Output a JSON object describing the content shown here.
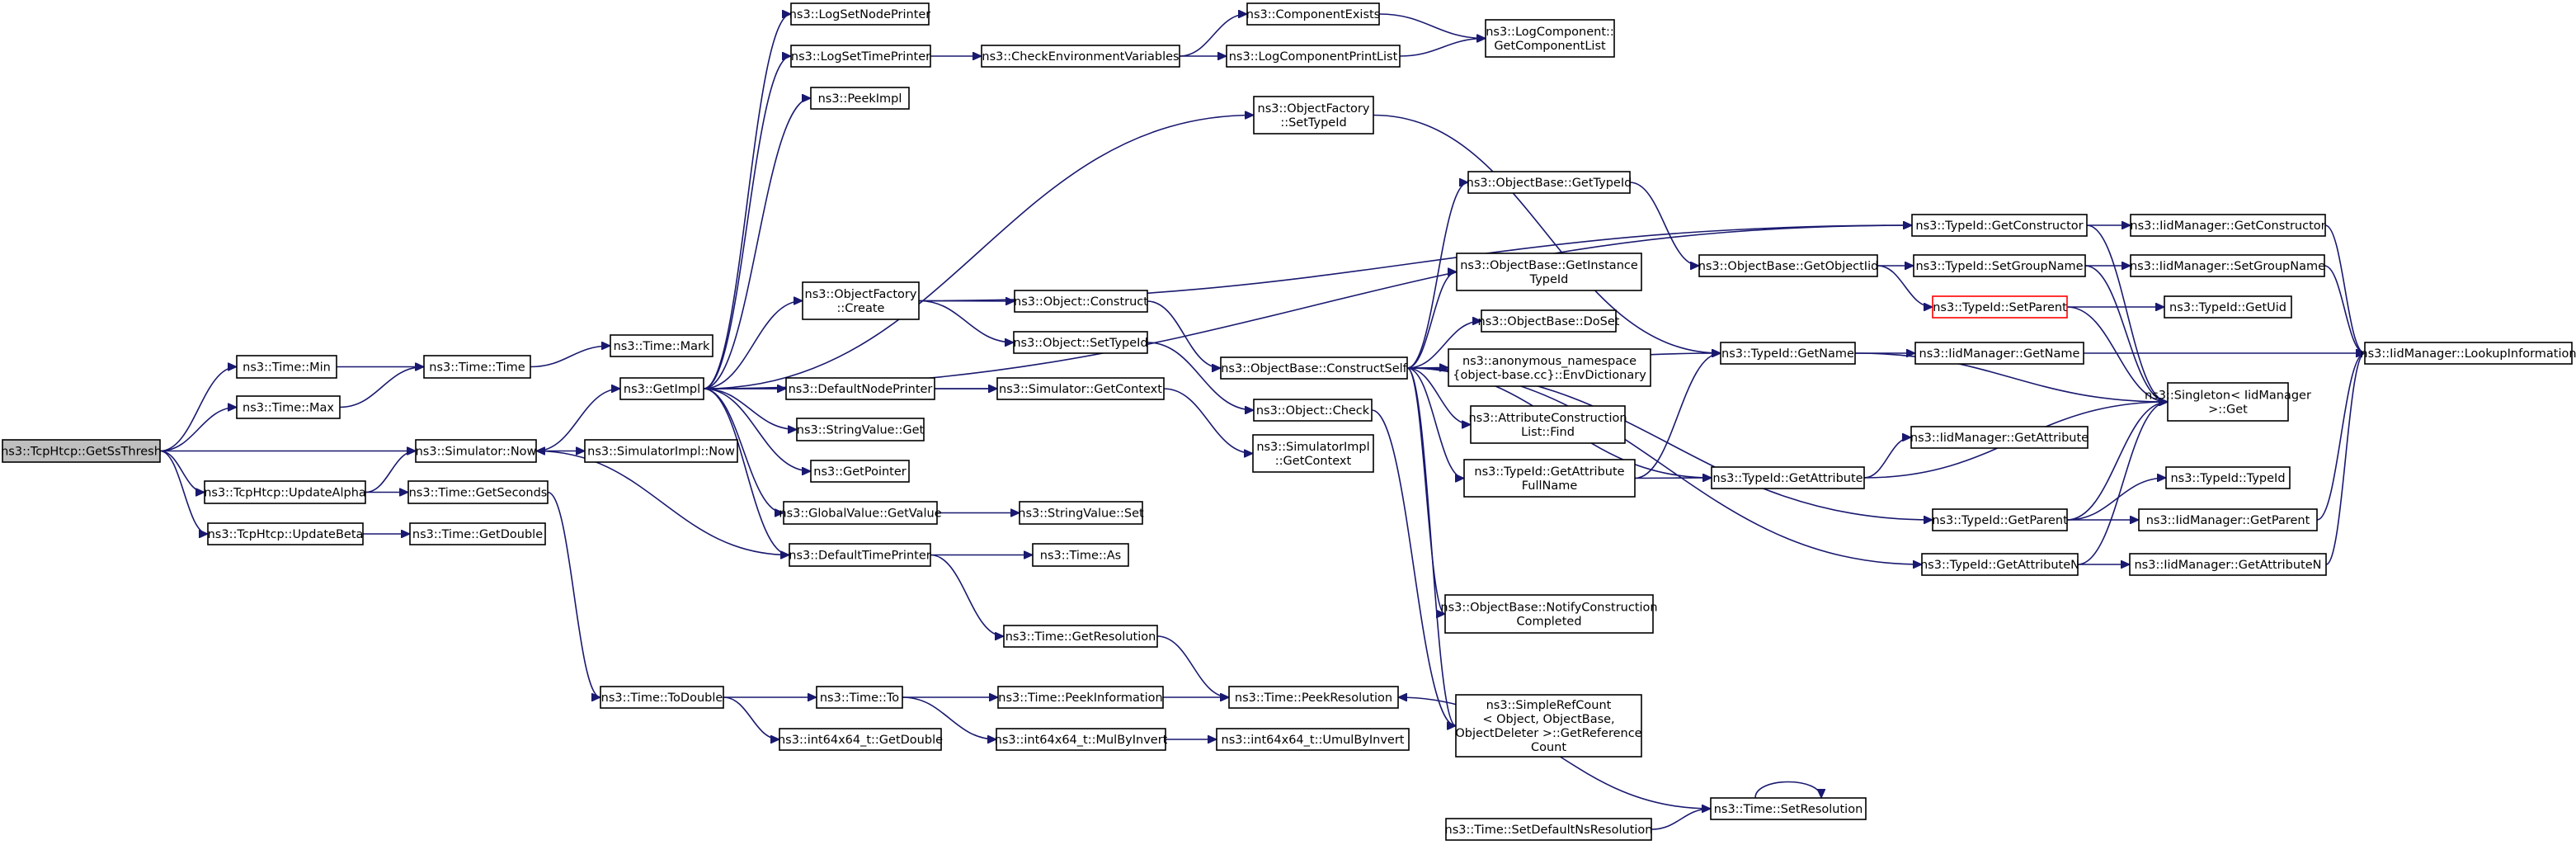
{
  "diagram": {
    "nodes": [
      {
        "id": "root",
        "lines": [
          "ns3::TcpHtcp::GetSsThresh"
        ],
        "style": "root"
      },
      {
        "id": "min",
        "lines": [
          "ns3::Time::Min"
        ]
      },
      {
        "id": "max",
        "lines": [
          "ns3::Time::Max"
        ]
      },
      {
        "id": "updAlpha",
        "lines": [
          "ns3::TcpHtcp::UpdateAlpha"
        ]
      },
      {
        "id": "updBeta",
        "lines": [
          "ns3::TcpHtcp::UpdateBeta"
        ]
      },
      {
        "id": "timeTime",
        "lines": [
          "ns3::Time::Time"
        ]
      },
      {
        "id": "simNow",
        "lines": [
          "ns3::Simulator::Now"
        ]
      },
      {
        "id": "getSeconds",
        "lines": [
          "ns3::Time::GetSeconds"
        ]
      },
      {
        "id": "getDouble",
        "lines": [
          "ns3::Time::GetDouble"
        ]
      },
      {
        "id": "timeMark",
        "lines": [
          "ns3::Time::Mark"
        ]
      },
      {
        "id": "getImpl",
        "lines": [
          "ns3::GetImpl"
        ]
      },
      {
        "id": "simImplNow",
        "lines": [
          "ns3::SimulatorImpl::Now"
        ]
      },
      {
        "id": "toDouble",
        "lines": [
          "ns3::Time::ToDouble"
        ]
      },
      {
        "id": "logSetNode",
        "lines": [
          "ns3::LogSetNodePrinter"
        ]
      },
      {
        "id": "logSetTime",
        "lines": [
          "ns3::LogSetTimePrinter"
        ]
      },
      {
        "id": "peekImpl",
        "lines": [
          "ns3::PeekImpl"
        ]
      },
      {
        "id": "objFactCreate",
        "lines": [
          "ns3::ObjectFactory",
          "::Create"
        ]
      },
      {
        "id": "defNodePrinter",
        "lines": [
          "ns3::DefaultNodePrinter"
        ]
      },
      {
        "id": "strValGet",
        "lines": [
          "ns3::StringValue::Get"
        ]
      },
      {
        "id": "getPointer",
        "lines": [
          "ns3::GetPointer"
        ]
      },
      {
        "id": "globalValGet",
        "lines": [
          "ns3::GlobalValue::GetValue"
        ]
      },
      {
        "id": "defTimePrinter",
        "lines": [
          "ns3::DefaultTimePrinter"
        ]
      },
      {
        "id": "timeTo",
        "lines": [
          "ns3::Time::To"
        ]
      },
      {
        "id": "i64GetDouble",
        "lines": [
          "ns3::int64x64_t::GetDouble"
        ]
      },
      {
        "id": "checkEnv",
        "lines": [
          "ns3::CheckEnvironmentVariables"
        ]
      },
      {
        "id": "objConstruct",
        "lines": [
          "ns3::Object::Construct"
        ]
      },
      {
        "id": "objSetTypeId",
        "lines": [
          "ns3::Object::SetTypeId"
        ]
      },
      {
        "id": "simGetContext",
        "lines": [
          "ns3::Simulator::GetContext"
        ]
      },
      {
        "id": "strValSet",
        "lines": [
          "ns3::StringValue::Set"
        ]
      },
      {
        "id": "timeAs",
        "lines": [
          "ns3::Time::As"
        ]
      },
      {
        "id": "getResolution",
        "lines": [
          "ns3::Time::GetResolution"
        ]
      },
      {
        "id": "peekInfo",
        "lines": [
          "ns3::Time::PeekInformation"
        ]
      },
      {
        "id": "mulByInvert",
        "lines": [
          "ns3::int64x64_t::MulByInvert"
        ]
      },
      {
        "id": "compExists",
        "lines": [
          "ns3::ComponentExists"
        ]
      },
      {
        "id": "logCompPrint",
        "lines": [
          "ns3::LogComponentPrintList"
        ]
      },
      {
        "id": "objFactSetTypeId",
        "lines": [
          "ns3::ObjectFactory",
          "::SetTypeId"
        ]
      },
      {
        "id": "constructSelf",
        "lines": [
          "ns3::ObjectBase::ConstructSelf"
        ]
      },
      {
        "id": "objCheck",
        "lines": [
          "ns3::Object::Check"
        ]
      },
      {
        "id": "simImplGetContext",
        "lines": [
          "ns3::SimulatorImpl",
          "::GetContext"
        ]
      },
      {
        "id": "peekResolution",
        "lines": [
          "ns3::Time::PeekResolution"
        ]
      },
      {
        "id": "umulByInvert",
        "lines": [
          "ns3::int64x64_t::UmulByInvert"
        ]
      },
      {
        "id": "logCompGetList",
        "lines": [
          "ns3::LogComponent::",
          "GetComponentList"
        ]
      },
      {
        "id": "obGetTypeId",
        "lines": [
          "ns3::ObjectBase::GetTypeId"
        ]
      },
      {
        "id": "obGetInstTypeId",
        "lines": [
          "ns3::ObjectBase::GetInstance",
          "TypeId"
        ]
      },
      {
        "id": "obDoSet",
        "lines": [
          "ns3::ObjectBase::DoSet"
        ]
      },
      {
        "id": "anonEnvDict",
        "lines": [
          "ns3::anonymous_namespace",
          "{object-base.cc}::EnvDictionary"
        ]
      },
      {
        "id": "attrConstrFind",
        "lines": [
          "ns3::AttributeConstruction",
          "List::Find"
        ]
      },
      {
        "id": "tidGetAttrFull",
        "lines": [
          "ns3::TypeId::GetAttribute",
          "FullName"
        ]
      },
      {
        "id": "obNotify",
        "lines": [
          "ns3::ObjectBase::NotifyConstruction",
          "Completed"
        ]
      },
      {
        "id": "simpleRefCount",
        "lines": [
          "ns3::SimpleRefCount",
          "< Object, ObjectBase,",
          "ObjectDeleter >::GetReference",
          "Count"
        ]
      },
      {
        "id": "setDefaultNs",
        "lines": [
          "ns3::Time::SetDefaultNsResolution"
        ]
      },
      {
        "id": "obGetObjectIid",
        "lines": [
          "ns3::ObjectBase::GetObjectIid"
        ]
      },
      {
        "id": "tidGetName",
        "lines": [
          "ns3::TypeId::GetName"
        ]
      },
      {
        "id": "tidGetAttribute",
        "lines": [
          "ns3::TypeId::GetAttribute"
        ]
      },
      {
        "id": "setResolution",
        "lines": [
          "ns3::Time::SetResolution"
        ]
      },
      {
        "id": "tidGetConstructor",
        "lines": [
          "ns3::TypeId::GetConstructor"
        ]
      },
      {
        "id": "tidGetGroupName",
        "lines": [
          "ns3::TypeId::SetGroupName"
        ]
      },
      {
        "id": "tidSetParent",
        "lines": [
          "ns3::TypeId::SetParent"
        ],
        "style": "red"
      },
      {
        "id": "iidGetName",
        "lines": [
          "ns3::IidManager::GetName"
        ]
      },
      {
        "id": "iidGetAttribute",
        "lines": [
          "ns3::IidManager::GetAttribute"
        ]
      },
      {
        "id": "tidGetParent",
        "lines": [
          "ns3::TypeId::GetParent"
        ]
      },
      {
        "id": "tidGetAttributeN",
        "lines": [
          "ns3::TypeId::GetAttributeN"
        ]
      },
      {
        "id": "iidGetConstructor",
        "lines": [
          "ns3::IidManager::GetConstructor"
        ]
      },
      {
        "id": "iidSetGroupName",
        "lines": [
          "ns3::IidManager::SetGroupName"
        ]
      },
      {
        "id": "tidGetUid",
        "lines": [
          "ns3::TypeId::GetUid"
        ]
      },
      {
        "id": "singletonGet",
        "lines": [
          "ns3::Singleton< IidManager",
          ">::Get"
        ]
      },
      {
        "id": "tidTypeId",
        "lines": [
          "ns3::TypeId::TypeId"
        ]
      },
      {
        "id": "iidGetParent",
        "lines": [
          "ns3::IidManager::GetParent"
        ]
      },
      {
        "id": "iidGetAttributeN",
        "lines": [
          "ns3::IidManager::GetAttributeN"
        ]
      },
      {
        "id": "iidLookup",
        "lines": [
          "ns3::IidManager::LookupInformation"
        ]
      }
    ],
    "edges": [
      [
        "root",
        "min"
      ],
      [
        "root",
        "max"
      ],
      [
        "root",
        "simNow"
      ],
      [
        "root",
        "updAlpha"
      ],
      [
        "root",
        "updBeta"
      ],
      [
        "min",
        "timeTime"
      ],
      [
        "max",
        "timeTime"
      ],
      [
        "timeTime",
        "timeMark"
      ],
      [
        "updAlpha",
        "simNow"
      ],
      [
        "updAlpha",
        "getSeconds"
      ],
      [
        "updBeta",
        "getDouble"
      ],
      [
        "simNow",
        "getImpl"
      ],
      [
        "simNow",
        "simImplNow"
      ],
      [
        "getSeconds",
        "toDouble"
      ],
      [
        "getImpl",
        "logSetNode"
      ],
      [
        "getImpl",
        "logSetTime"
      ],
      [
        "getImpl",
        "peekImpl"
      ],
      [
        "getImpl",
        "objFactSetTypeId"
      ],
      [
        "getImpl",
        "objFactCreate"
      ],
      [
        "getImpl",
        "tidGetConstructor"
      ],
      [
        "getImpl",
        "defNodePrinter"
      ],
      [
        "getImpl",
        "strValGet"
      ],
      [
        "getImpl",
        "getPointer"
      ],
      [
        "getImpl",
        "globalValGet"
      ],
      [
        "getImpl",
        "defTimePrinter"
      ],
      [
        "getImpl",
        "simGetContext"
      ],
      [
        "logSetTime",
        "checkEnv"
      ],
      [
        "checkEnv",
        "compExists"
      ],
      [
        "checkEnv",
        "logCompPrint"
      ],
      [
        "compExists",
        "logCompGetList"
      ],
      [
        "logCompPrint",
        "logCompGetList"
      ],
      [
        "objFactSetTypeId",
        "tidGetName"
      ],
      [
        "objFactCreate",
        "objConstruct"
      ],
      [
        "objFactCreate",
        "objSetTypeId"
      ],
      [
        "objFactCreate",
        "tidGetConstructor"
      ],
      [
        "objConstruct",
        "constructSelf"
      ],
      [
        "objSetTypeId",
        "objCheck"
      ],
      [
        "defNodePrinter",
        "simGetContext"
      ],
      [
        "simGetContext",
        "simImplGetContext"
      ],
      [
        "globalValGet",
        "strValSet"
      ],
      [
        "defTimePrinter",
        "simNow"
      ],
      [
        "defTimePrinter",
        "timeAs"
      ],
      [
        "defTimePrinter",
        "getResolution"
      ],
      [
        "getResolution",
        "peekResolution"
      ],
      [
        "toDouble",
        "timeTo"
      ],
      [
        "toDouble",
        "i64GetDouble"
      ],
      [
        "timeTo",
        "peekInfo"
      ],
      [
        "timeTo",
        "mulByInvert"
      ],
      [
        "peekInfo",
        "peekResolution"
      ],
      [
        "mulByInvert",
        "umulByInvert"
      ],
      [
        "constructSelf",
        "obGetTypeId"
      ],
      [
        "constructSelf",
        "obGetInstTypeId"
      ],
      [
        "constructSelf",
        "obDoSet"
      ],
      [
        "constructSelf",
        "anonEnvDict"
      ],
      [
        "constructSelf",
        "attrConstrFind"
      ],
      [
        "constructSelf",
        "tidGetAttrFull"
      ],
      [
        "constructSelf",
        "obNotify"
      ],
      [
        "constructSelf",
        "simpleRefCount"
      ],
      [
        "constructSelf",
        "tidGetName"
      ],
      [
        "constructSelf",
        "tidGetAttribute"
      ],
      [
        "constructSelf",
        "tidGetParent"
      ],
      [
        "constructSelf",
        "tidGetAttributeN"
      ],
      [
        "objCheck",
        "simpleRefCount"
      ],
      [
        "obGetTypeId",
        "obGetObjectIid"
      ],
      [
        "obGetObjectIid",
        "tidGetGroupName"
      ],
      [
        "obGetObjectIid",
        "tidSetParent"
      ],
      [
        "tidGetAttrFull",
        "tidGetName"
      ],
      [
        "tidGetAttrFull",
        "tidGetAttribute"
      ],
      [
        "tidGetName",
        "iidGetName"
      ],
      [
        "tidGetName",
        "singletonGet"
      ],
      [
        "tidGetAttribute",
        "iidGetAttribute"
      ],
      [
        "tidGetAttribute",
        "singletonGet"
      ],
      [
        "tidGetConstructor",
        "iidGetConstructor"
      ],
      [
        "tidGetConstructor",
        "singletonGet"
      ],
      [
        "tidGetGroupName",
        "iidSetGroupName"
      ],
      [
        "tidGetGroupName",
        "singletonGet"
      ],
      [
        "tidSetParent",
        "tidGetUid"
      ],
      [
        "tidSetParent",
        "singletonGet"
      ],
      [
        "iidGetName",
        "iidLookup"
      ],
      [
        "iidGetConstructor",
        "iidLookup"
      ],
      [
        "iidSetGroupName",
        "iidLookup"
      ],
      [
        "tidGetParent",
        "singletonGet"
      ],
      [
        "tidGetParent",
        "tidTypeId"
      ],
      [
        "tidGetParent",
        "iidGetParent"
      ],
      [
        "tidGetAttributeN",
        "singletonGet"
      ],
      [
        "tidGetAttributeN",
        "iidGetAttributeN"
      ],
      [
        "iidGetParent",
        "iidLookup"
      ],
      [
        "iidGetAttributeN",
        "iidLookup"
      ],
      [
        "setDefaultNs",
        "setResolution"
      ],
      [
        "setResolution",
        "setResolution"
      ],
      [
        "setResolution",
        "peekResolution"
      ]
    ]
  }
}
